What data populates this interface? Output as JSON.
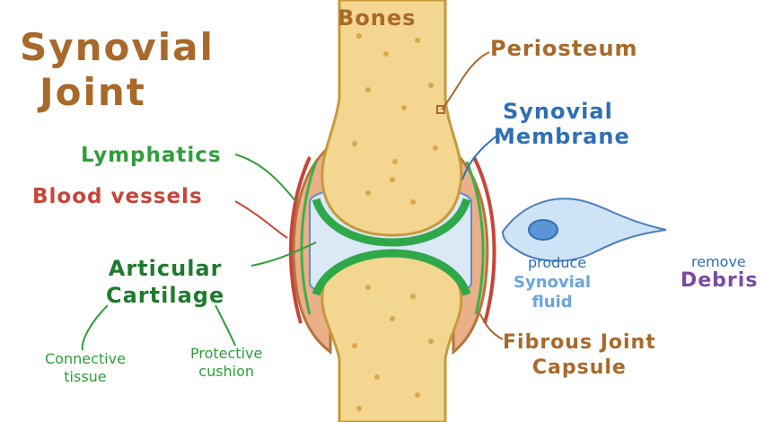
{
  "title": {
    "line1": "Synovial",
    "line2": "Joint"
  },
  "labels": {
    "bones": "Bones",
    "periosteum": "Periosteum",
    "synovial_membrane_1": "Synovial",
    "synovial_membrane_2": "Membrane",
    "lymphatics": "Lymphatics",
    "blood_vessels": "Blood vessels",
    "articular_cartilage_1": "Articular",
    "articular_cartilage_2": "Cartilage",
    "connective_tissue_1": "Connective",
    "connective_tissue_2": "tissue",
    "protective_cushion_1": "Protective",
    "protective_cushion_2": "cushion",
    "produce": "produce",
    "synovial_fluid_1": "Synovial",
    "synovial_fluid_2": "fluid",
    "remove": "remove",
    "debris": "Debris",
    "fibrous_capsule_1": "Fibrous Joint",
    "fibrous_capsule_2": "Capsule"
  },
  "colors": {
    "brown": "#a8692a",
    "green": "#2f9e3a",
    "red": "#c8453a",
    "blue": "#2f6fb5",
    "purple": "#7a4ba0",
    "bone": "#f3d690",
    "cartilage": "#2fa84a",
    "fluid": "#dbe8f6"
  }
}
